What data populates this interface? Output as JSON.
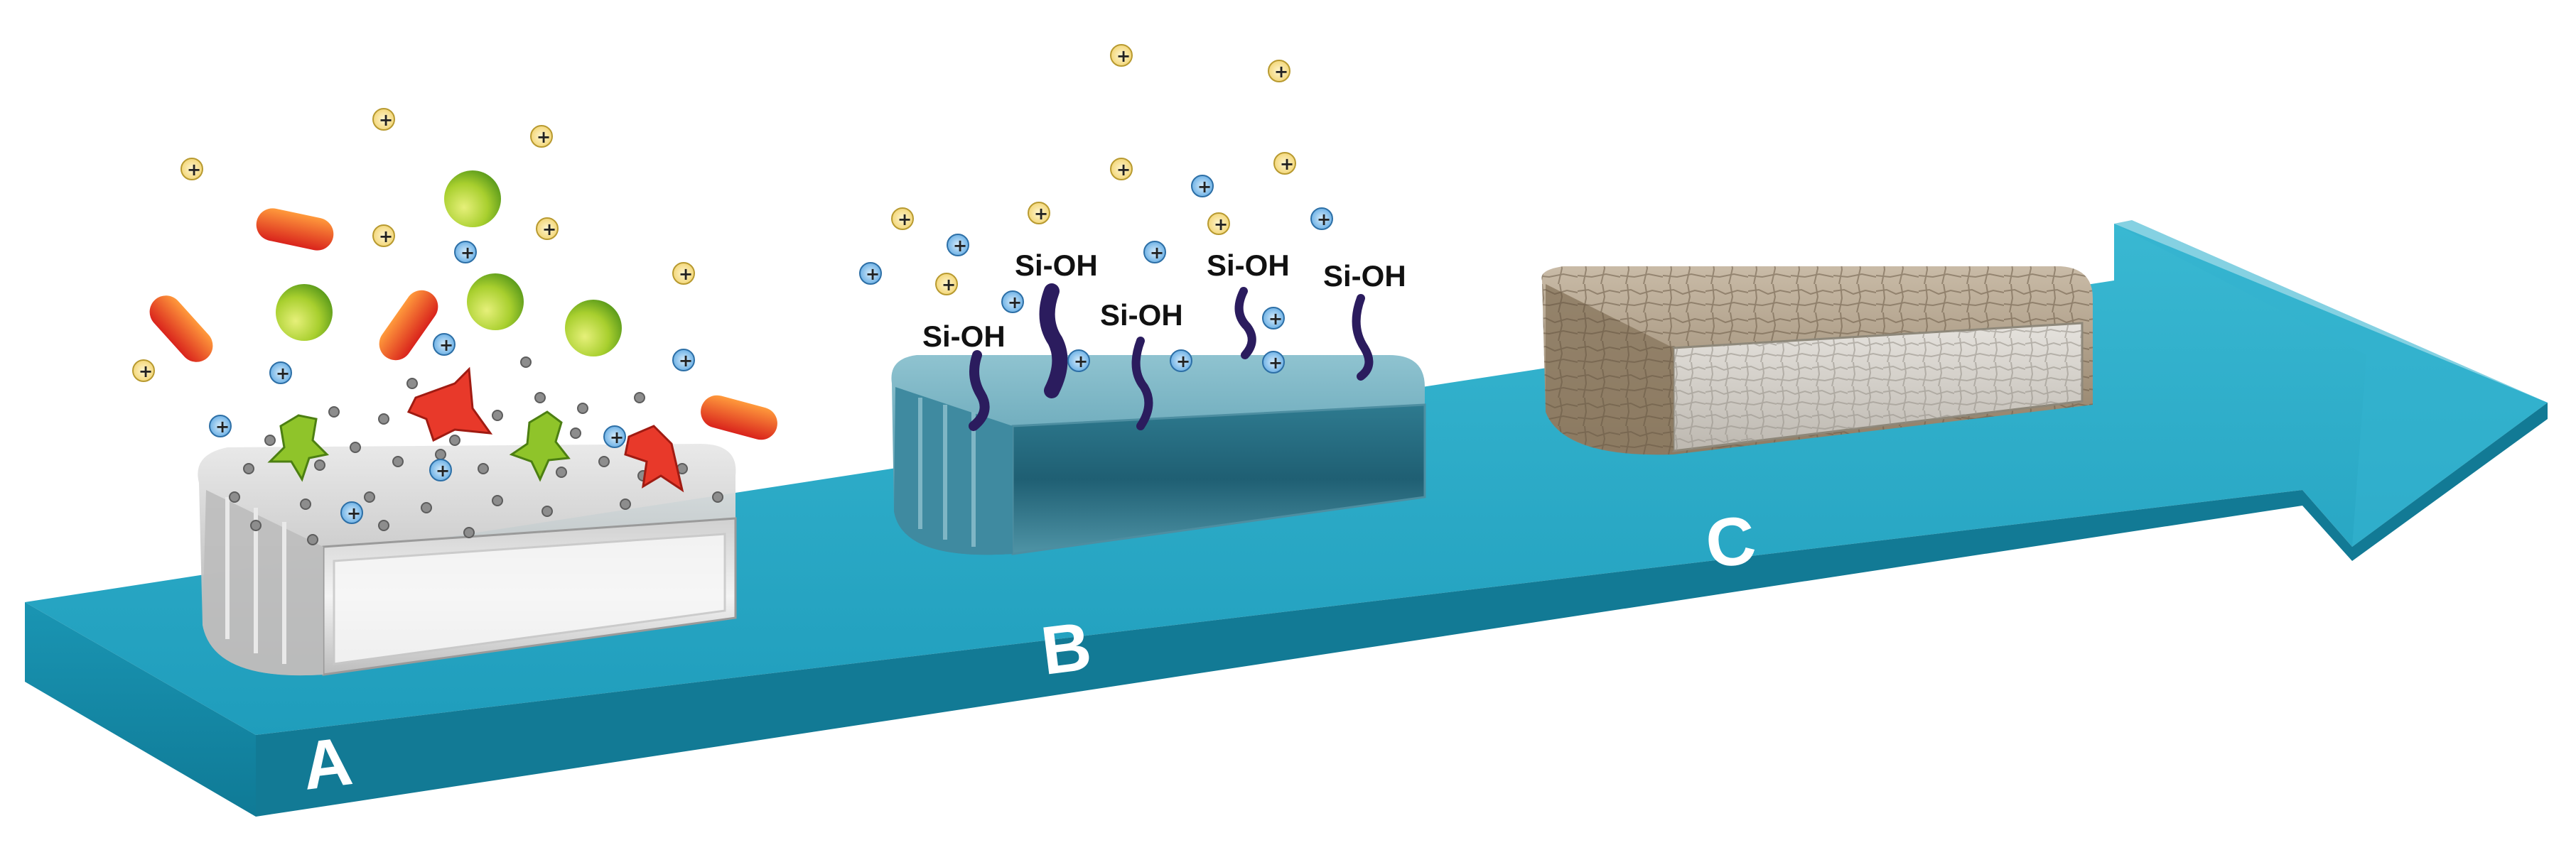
{
  "stages": [
    {
      "letter": "A"
    },
    {
      "letter": "B"
    },
    {
      "letter": "C"
    }
  ],
  "silanol_label": "Si-OH",
  "ion_sign": "+",
  "colors": {
    "arrow_top": "#2aa9c5",
    "arrow_side": "#1a8ba8",
    "arrow_dark": "#127a95",
    "cation_yellow": "#fbe8a0",
    "cation_blue": "#8ec8ef",
    "rod_red": "#e8392a",
    "sphere_green": "#a8cf2e",
    "silanol_chain": "#2b1c5e"
  }
}
